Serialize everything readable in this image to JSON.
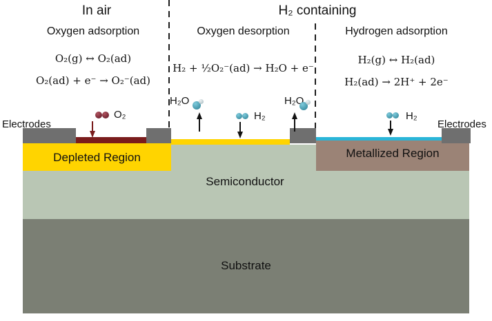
{
  "colors": {
    "yellow": "#ffd400",
    "darkred": "#7a1c1c",
    "cyan": "#2ab5d8",
    "semiconductor": "#b9c6b4",
    "substrate": "#7b7f74",
    "metallized": "#9b8376",
    "electrode": "#6f6f6f",
    "o2_sphere": "#5a1220",
    "h2_sphere": "#2a7d92"
  },
  "titles": {
    "in_air": "In air",
    "h2_containing": "H₂ containing"
  },
  "panels": [
    {
      "subtitle": "Oxygen adsorption",
      "equations": [
        "O₂(g) ↔ O₂(ad)",
        "O₂(ad) + e⁻ → O₂⁻(ad)"
      ]
    },
    {
      "subtitle": "Oxygen desorption",
      "equations": [
        "H₂ + ½O₂⁻(ad) → H₂O + e⁻"
      ]
    },
    {
      "subtitle": "Hydrogen adsorption",
      "equations": [
        "H₂(g) ↔ H₂(ad)",
        "H₂(ad) → 2H⁺ + 2e⁻"
      ]
    }
  ],
  "labels": {
    "electrodes_left": "Electrodes",
    "electrodes_right": "Electrodes",
    "o2": "O₂",
    "h2o_left": "H₂O",
    "h2_middle": "H₂",
    "h2o_right": "H₂O",
    "h2_right": "H₂"
  },
  "device": {
    "depleted_region": "Depleted Region",
    "semiconductor": "Semiconductor",
    "substrate": "Substrate",
    "metallized_region": "Metallized Region"
  }
}
